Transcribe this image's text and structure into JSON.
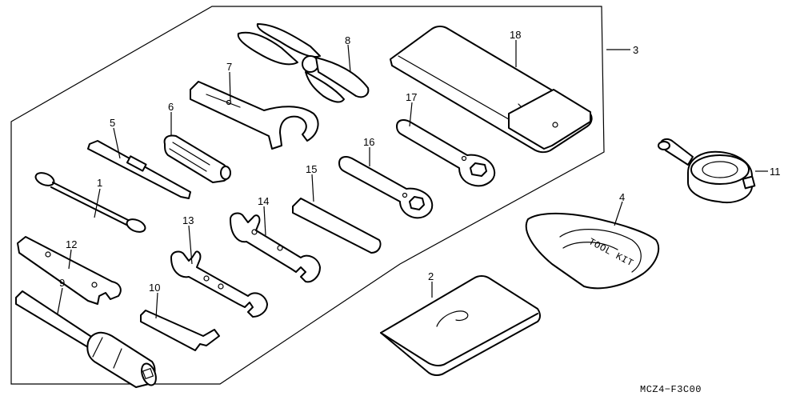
{
  "parts": {
    "p1": "1",
    "p2": "2",
    "p3": "3",
    "p4": "4",
    "p5": "5",
    "p6": "6",
    "p7": "7",
    "p8": "8",
    "p9": "9",
    "p10": "10",
    "p11": "11",
    "p12": "12",
    "p13": "13",
    "p14": "14",
    "p15": "15",
    "p16": "16",
    "p17": "17",
    "p18": "18"
  },
  "diagram_code": "MCZ4−F3C00",
  "pouch_label": "TOOL KIT"
}
